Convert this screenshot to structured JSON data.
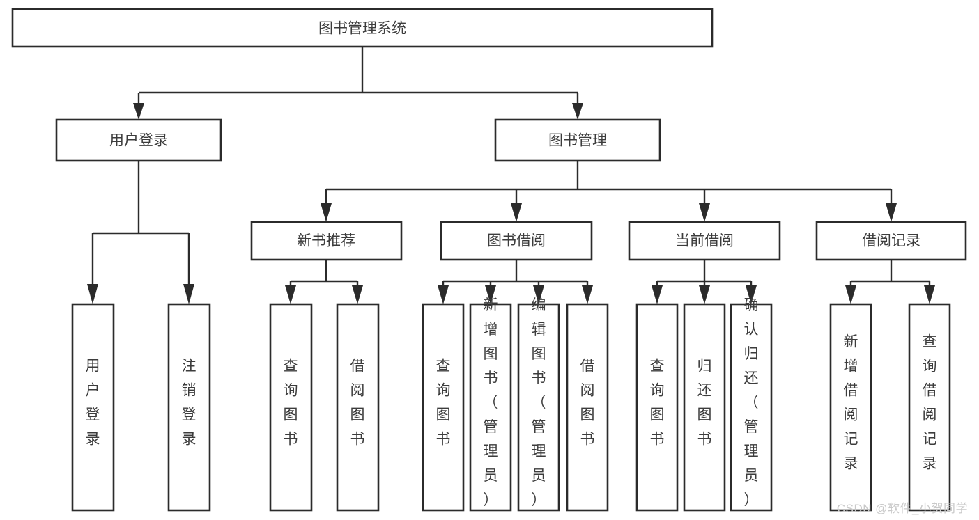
{
  "diagram": {
    "title": "图书管理系统",
    "type": "tree-hierarchy-diagram",
    "watermark": "CSDN @软件_小贺同学",
    "colors": {
      "box_stroke": "#2b2b2b",
      "box_fill": "#ffffff",
      "text": "#3c3c3c",
      "background": "#ffffff",
      "watermark": "#c9c9c9"
    },
    "nodes": {
      "root": {
        "label": "图书管理系统"
      },
      "level2": [
        {
          "id": "user-login",
          "label": "用户登录"
        },
        {
          "id": "book-manage",
          "label": "图书管理"
        }
      ],
      "level3": [
        {
          "id": "new-book-recommend",
          "label": "新书推荐"
        },
        {
          "id": "book-borrow",
          "label": "图书借阅"
        },
        {
          "id": "current-borrow",
          "label": "当前借阅"
        },
        {
          "id": "borrow-record",
          "label": "借阅记录"
        }
      ],
      "leaves": {
        "user-login": [
          {
            "id": "leaf-user-login",
            "label": "用户登录"
          },
          {
            "id": "leaf-logout",
            "label": "注销登录"
          }
        ],
        "new-book-recommend": [
          {
            "id": "leaf-query-book-1",
            "label": "查询图书"
          },
          {
            "id": "leaf-borrow-book-1",
            "label": "借阅图书"
          }
        ],
        "book-borrow": [
          {
            "id": "leaf-query-book-2",
            "label": "查询图书"
          },
          {
            "id": "leaf-add-book",
            "label": "新增图书（管理员）"
          },
          {
            "id": "leaf-edit-book",
            "label": "编辑图书（管理员）"
          },
          {
            "id": "leaf-borrow-book-2",
            "label": "借阅图书"
          }
        ],
        "current-borrow": [
          {
            "id": "leaf-query-book-3",
            "label": "查询图书"
          },
          {
            "id": "leaf-return-book",
            "label": "归还图书"
          },
          {
            "id": "leaf-confirm-return",
            "label": "确认归还（管理员）"
          }
        ],
        "borrow-record": [
          {
            "id": "leaf-add-record",
            "label": "新增借阅记录"
          },
          {
            "id": "leaf-query-record",
            "label": "查询借阅记录"
          }
        ]
      }
    }
  }
}
